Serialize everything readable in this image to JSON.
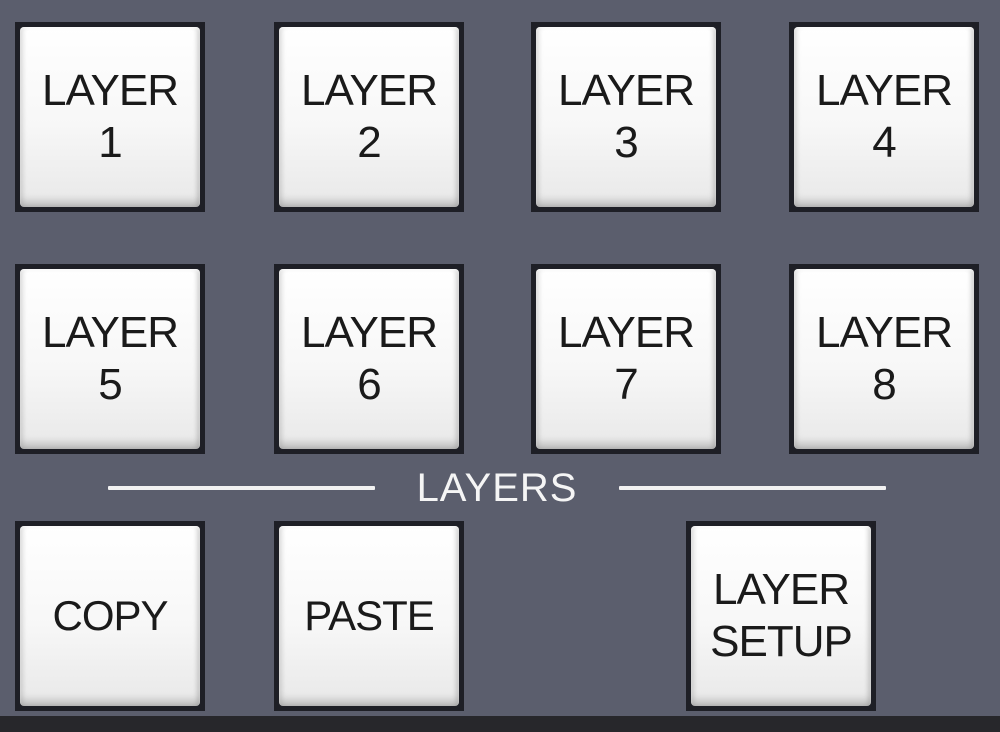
{
  "layer_buttons": [
    {
      "line1": "LAYER",
      "line2": "1"
    },
    {
      "line1": "LAYER",
      "line2": "2"
    },
    {
      "line1": "LAYER",
      "line2": "3"
    },
    {
      "line1": "LAYER",
      "line2": "4"
    },
    {
      "line1": "LAYER",
      "line2": "5"
    },
    {
      "line1": "LAYER",
      "line2": "6"
    },
    {
      "line1": "LAYER",
      "line2": "7"
    },
    {
      "line1": "LAYER",
      "line2": "8"
    }
  ],
  "section_label": "LAYERS",
  "action_buttons": {
    "copy": "COPY",
    "paste": "PASTE",
    "layer_setup": {
      "line1": "LAYER",
      "line2": "SETUP"
    }
  },
  "colors": {
    "panel": "#5b5e6d",
    "button_face": "#f7f7f7",
    "well": "#1e1f26",
    "label": "#f5f5f5"
  }
}
